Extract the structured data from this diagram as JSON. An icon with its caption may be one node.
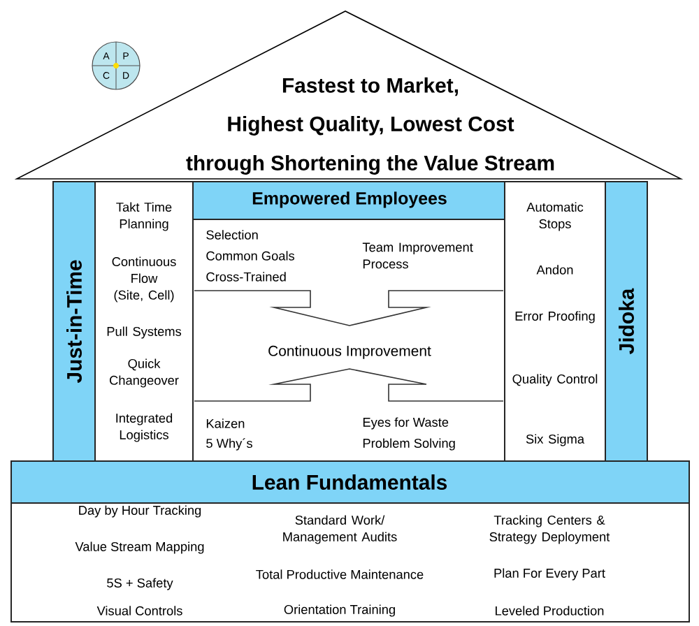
{
  "diagram": {
    "nodes": [
      {
        "text": [
          "Fastest to Market,",
          "Highest Quality, Lowest Cost",
          "through Shortening the Value Stream"
        ]
      },
      {
        "text": [
          "A",
          "P",
          "C",
          "D"
        ]
      },
      {
        "text": [
          "Just-in-Time"
        ]
      },
      {
        "text": [
          "Takt Time Planning",
          "Continuous Flow (Site, Cell)",
          "Pull Systems",
          "Quick Changeover",
          "Integrated Logistics"
        ]
      },
      {
        "text": [
          "Empowered Employees",
          "Selection",
          "Common Goals",
          "Cross-Trained",
          "Team Improvement Process",
          "Continuous Improvement",
          "Kaizen",
          "5 Why´s",
          "Eyes for Waste",
          "Problem Solving"
        ]
      },
      {
        "text": [
          "Automatic Stops",
          "Andon",
          "Error Proofing",
          "Quality Control",
          "Six Sigma"
        ]
      },
      {
        "text": [
          "Jidoka"
        ]
      },
      {
        "text": [
          "Lean Fundamentals",
          "Day by Hour Tracking",
          "Standard Work/ Management Audits",
          "Tracking Centers & Strategy Deployment",
          "Value Stream Mapping",
          "Total Productive Maintenance",
          "Plan For Every Part",
          "5S + Safety",
          "Visual Controls",
          "Orientation Training",
          "Leveled Production"
        ]
      }
    ]
  }
}
